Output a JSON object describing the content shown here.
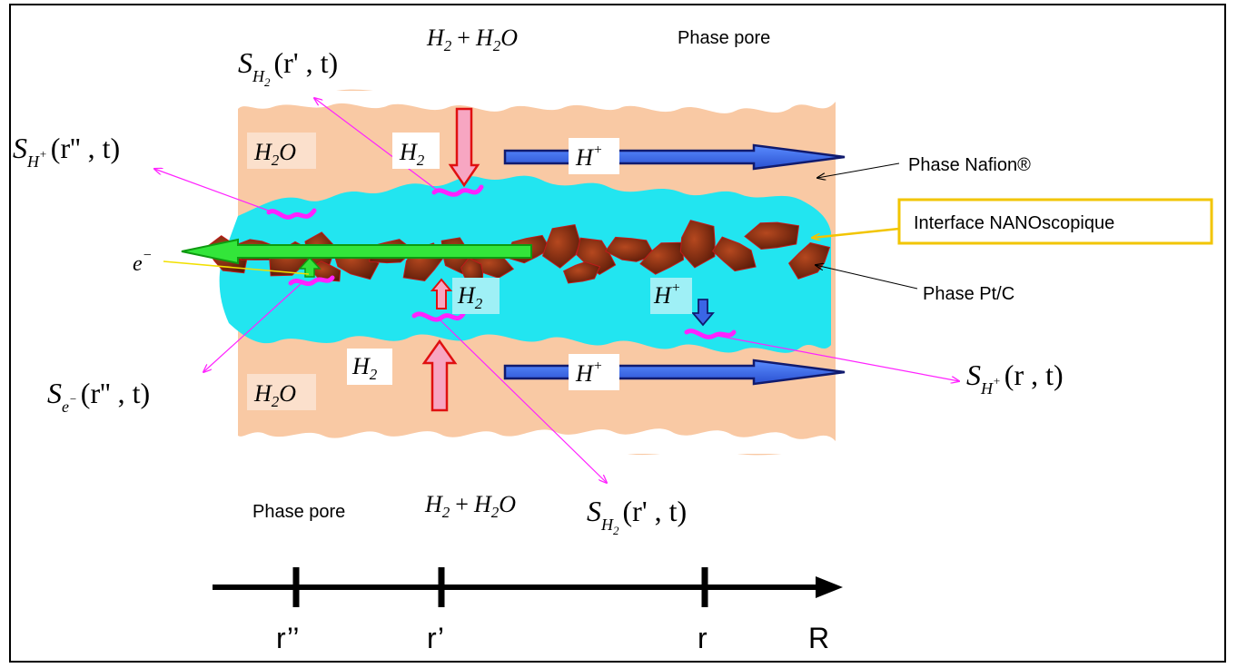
{
  "labels": {
    "pore_top": "Phase pore",
    "pore_bottom": "Phase pore",
    "nafion": "Phase Nafion®",
    "interface": "Interface NANOscopique",
    "ptc": "Phase Pt/C"
  },
  "species": {
    "h2": "H",
    "h2_sub": "2",
    "h2o": "H",
    "h2o_sub": "2",
    "h2o_tail": "O",
    "hplus": "H",
    "hplus_sup": "+",
    "eminus": "e",
    "eminus_sup": "−",
    "plus": "+"
  },
  "terms": {
    "S": "S",
    "sub_h2": "H",
    "sub_h2_idx": "2",
    "sub_hplus": "H",
    "sub_hplus_sup": "+",
    "sub_e": "e",
    "sub_e_sup": "−",
    "args_rprime_t": "(r' , t)",
    "args_rdouble_t": "(r'' , t)",
    "args_r_t": "(r , t)"
  },
  "axis": {
    "ticks": [
      "r’’",
      "r’",
      "r"
    ],
    "end": "R"
  },
  "colors": {
    "pore": "#ffffff",
    "nafion": "#f9c9a4",
    "interface": "#22e5f0",
    "ptc": "#7a2a10",
    "ptc_light": "#a8401c",
    "proton_arrow": "#3a66e6",
    "proton_arrow_dark": "#101a6e",
    "electron_arrow": "#33e53a",
    "h2_arrow": "#f7a6c2",
    "h2_arrow_border": "#e01010",
    "magenta": "#ff22ff",
    "interface_box": "#f2c500"
  }
}
